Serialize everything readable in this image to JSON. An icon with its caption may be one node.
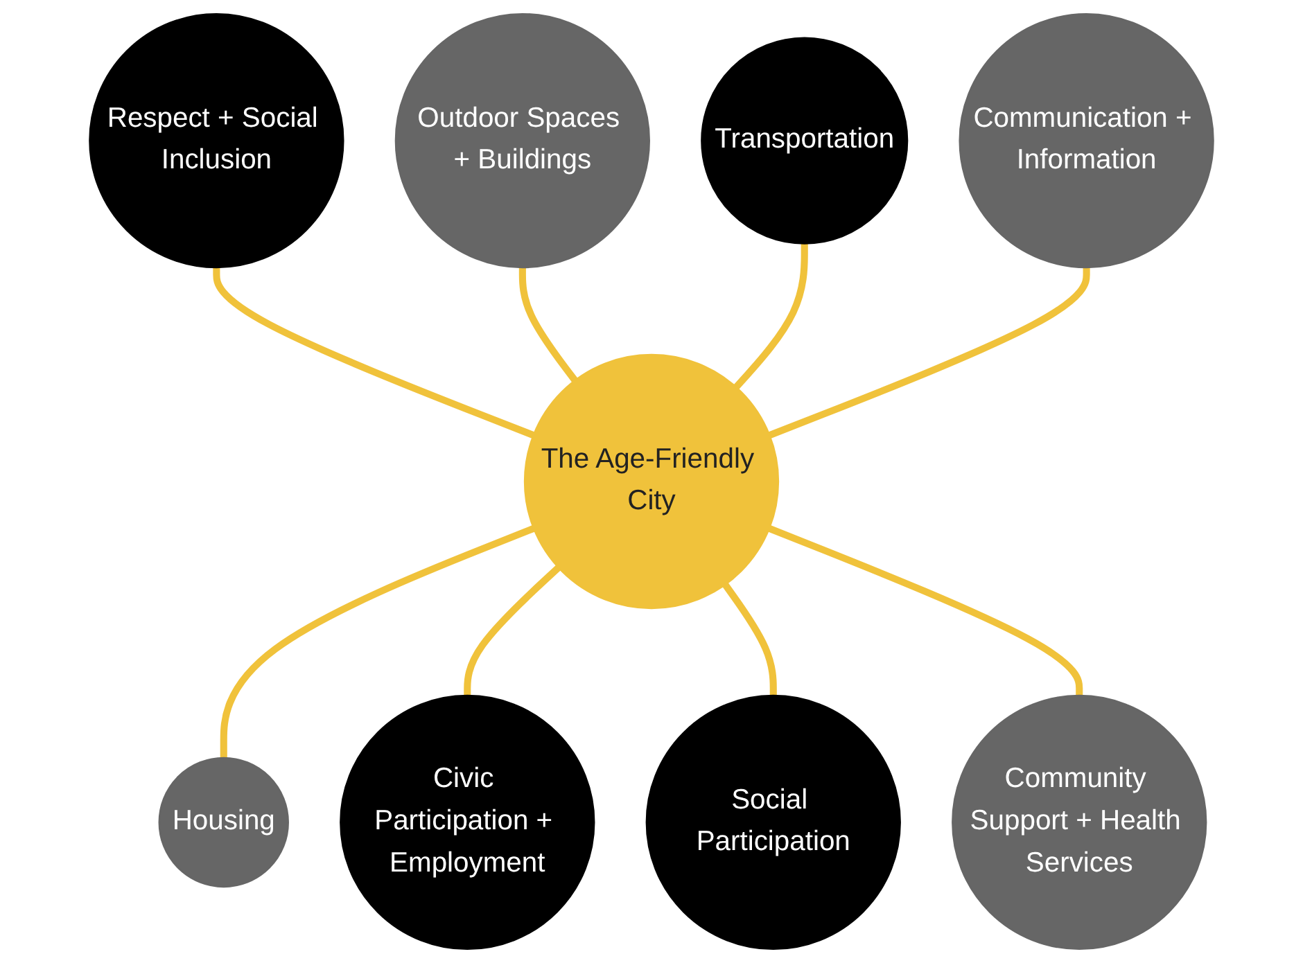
{
  "diagram": {
    "nodes": [
      {
        "text": [
          "Respect + Social Inclusion"
        ]
      },
      {
        "text": [
          "Outdoor Spaces + Buildings"
        ]
      },
      {
        "text": [
          "Transportation"
        ]
      },
      {
        "text": [
          "Communication + Information"
        ]
      },
      {
        "text": [
          "The Age-Friendly City"
        ]
      },
      {
        "text": [
          "Housing"
        ]
      },
      {
        "text": [
          "Civic Participation + Employment"
        ]
      },
      {
        "text": [
          "Social Participation"
        ]
      },
      {
        "text": [
          "Community Support + Health Services"
        ]
      }
    ],
    "edges": [
      {
        "from": 0,
        "to": 4,
        "arrow": "none"
      },
      {
        "from": 1,
        "to": 4,
        "arrow": "none"
      },
      {
        "from": 2,
        "to": 4,
        "arrow": "none"
      },
      {
        "from": 3,
        "to": 4,
        "arrow": "none"
      },
      {
        "from": 4,
        "to": 5,
        "arrow": "none"
      },
      {
        "from": 4,
        "to": 6,
        "arrow": "none"
      },
      {
        "from": 4,
        "to": 7,
        "arrow": "none"
      },
      {
        "from": 4,
        "to": 8,
        "arrow": "none"
      }
    ]
  }
}
